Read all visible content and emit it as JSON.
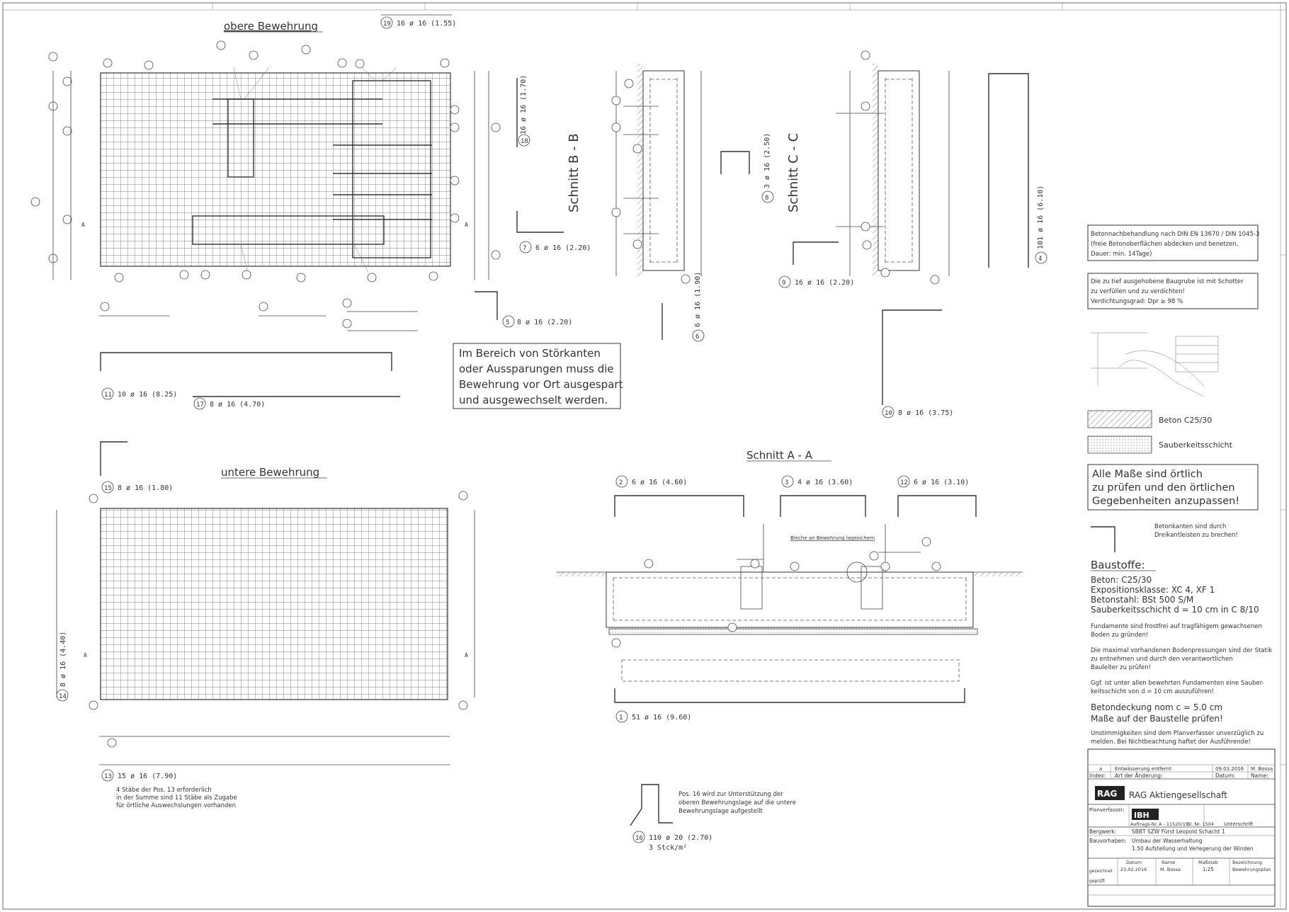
{
  "titles": {
    "obere": "obere Bewehrung",
    "untere": "untere Bewehrung",
    "schnitt_aa": "Schnitt A - A",
    "schnitt_bb": "Schnitt B - B",
    "schnitt_cc": "Schnitt C - C"
  },
  "bars": {
    "b19": "16 ø 16 (1.55)",
    "b18": "16 ø 16 (1.70)",
    "b7": "6 ø 16 (2.20)",
    "b5": "8 ø 16 (2.20)",
    "b6": "6 ø 16 (1.90)",
    "b8": "3 ø 16 (2.50)",
    "b9": "16 ø 16 (2.20)",
    "b10": "8 ø 16 (3.75)",
    "b4": "101 ø 16 (6.10)",
    "b11": "10 ø 16 (8.25)",
    "b17": "8 ø 16 (4.70)",
    "b15": "8 ø 16 (1.80)",
    "b14": "8 ø 16 (4.40)",
    "b13": "15 ø 16 (7.90)",
    "b2": "6 ø 16 (4.60)",
    "b3": "4 ø 16 (3.60)",
    "b12": "6 ø 16 (3.10)",
    "b1": "51 ø 16 (9.60)",
    "b16": "110 ø 20 (2.70)",
    "b16_sub": "3 Stck/m²"
  },
  "note_box": {
    "line1": "Im Bereich von Störkanten",
    "line2": "oder Aussparungen muss die",
    "line3": "Bewehrung vor Ort ausgespart",
    "line4": "und ausgewechselt werden."
  },
  "note_13": {
    "line1": "4 Stäbe der Pos. 13 erforderlich",
    "line2": "in der Summe sind 11 Stäbe als Zugabe",
    "line3": "für örtliche Auswechslungen vorhanden"
  },
  "note_16": {
    "line1": "Pos. 16 wird zur Unterstützung der",
    "line2": "oberen Bewehrungslage auf die untere",
    "line3": "Bewehrungslage aufgestellt"
  },
  "right_notes": {
    "curing1": "Betonnachbehandlung nach DIN EN 13670 / DIN 1045-3",
    "curing2": "(freie Betonoberflächen abdecken und benetzen,",
    "curing3": "Dauer: min. 14Tage)",
    "gravel1": "Die zu tief ausgehobene Baugrube ist mit Schotter",
    "gravel2": "zu verfüllen und zu verdichten!",
    "gravel3": "Verdichtungsgrad: Dpr ≥ 98 %",
    "legend_beton": "Beton C25/30",
    "legend_sauber": "Sauberkeitsschicht",
    "check1": "Alle Maße sind örtlich",
    "check2": "zu prüfen und den örtlichen",
    "check3": "Gegebenheiten anzupassen!",
    "edge1": "Betonkanten sind durch",
    "edge2": "Dreikantleisten zu brechen!",
    "bau_title": "Baustoffe:",
    "bau1": "Beton:           C25/30",
    "bau2": "Expositionsklasse: XC 4, XF 1",
    "bau3": "Betonstahl:  BSt 500 S/M",
    "bau4": "Sauberkeitsschicht d = 10 cm in C 8/10",
    "found1": "Fundamente sind frostfrei auf tragfähigem gewachsenen",
    "found2": "Boden zu gründen!",
    "press1": "Die maximal vorhandenen Bodenpressungen sind der Statik",
    "press2": "zu entnehmen und durch den verantwortlichen",
    "press3": "Bauleiter zu prüfen!",
    "ggf1": "Ggf. ist unter allen bewehrten Fundamenten eine Sauber-",
    "ggf2": "keitsschicht von d = 10 cm auszuführen!",
    "cover1": "Betondeckung nom c = 5.0 cm",
    "cover2": "Maße auf der Baustelle prüfen!",
    "unst1": "Unstimmigkeiten sind dem Planverfasser unverzüglich zu",
    "unst2": "melden. Bei Nichtbeachtung haftet der Ausführende!"
  },
  "titleblock": {
    "rev_index": "a",
    "rev_text": "Entwässerung entfernt",
    "rev_date": "09.03.2016",
    "rev_name": "M. Bossa",
    "h_index": "Index:",
    "h_change": "Art der Änderung:",
    "h_date": "Datum:",
    "h_name": "Name:",
    "rag": "RAG",
    "company": "RAG Aktiengesellschaft",
    "planer_label": "Planverfasser:",
    "ibh": "IBH",
    "auftrag_label": "Auftrags-Nr.",
    "auftrag_nr": "A - 11520/15",
    "bl_nr": "Bl. Nr. 1504",
    "unterschrift": "Unterschrift",
    "bergwerk_label": "Bergwerk:",
    "bergwerk": "SBBT SZW Fürst Leopold Schacht 1",
    "bauvorhaben_label": "Bauvorhaben:",
    "bauvorhaben1": "Umbau der Wasserhaltung",
    "bauvorhaben2": "1.50 Aufstellung und Verlegerung der Winden",
    "datum_label": "Datum",
    "datum": "23.02.2016",
    "name_label": "Name",
    "name": "M. Bossa",
    "massstab_label": "Maßstab",
    "massstab": "1:25",
    "bez_label": "Bezeichnung",
    "bez": "Bewehrungsplan",
    "gezeichnet": "gezeichnet",
    "geprueft": "geprüft"
  }
}
